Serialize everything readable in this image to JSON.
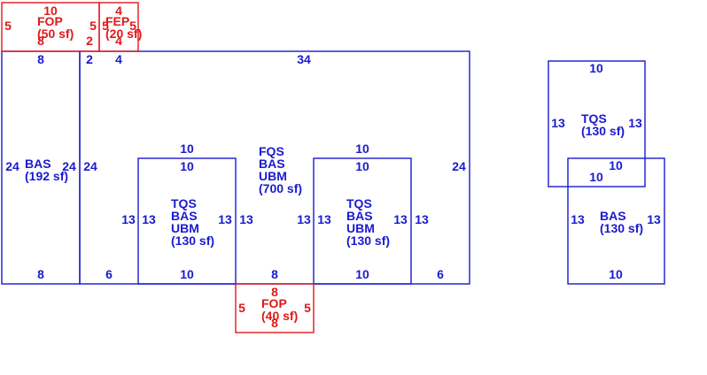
{
  "colors": {
    "main": "#1a1ad0",
    "porch": "#e01818"
  },
  "areas": {
    "bas_left": {
      "code": "BAS",
      "size": "(192 sf)"
    },
    "main": {
      "codes": [
        "FQS",
        "BAS",
        "UBM"
      ],
      "size": "(700 sf)"
    },
    "tqs_a": {
      "codes": [
        "TQS",
        "BAS",
        "UBM"
      ],
      "size": "(130 sf)"
    },
    "tqs_b": {
      "codes": [
        "TQS",
        "BAS",
        "UBM"
      ],
      "size": "(130 sf)"
    },
    "tqs_right": {
      "code": "TQS",
      "size": "(130 sf)"
    },
    "bas_right": {
      "code": "BAS",
      "size": "(130 sf)"
    },
    "fop_top": {
      "code": "FOP",
      "size": "(50 sf)"
    },
    "fep_top": {
      "code": "FEP",
      "size": "(20 sf)"
    },
    "fop_bottom": {
      "code": "FOP",
      "size": "(40 sf)"
    }
  },
  "dims": {
    "bas_left": {
      "top": "8",
      "left": "24",
      "right": "24",
      "bottom": "8"
    },
    "main": {
      "top_left": "2",
      "top_mid_left": "4",
      "top": "34",
      "left": "24",
      "right": "24",
      "bottom_a": "6",
      "bottom_b": "8",
      "bottom_c": "6"
    },
    "tqs_a": {
      "top_outer": "10",
      "top_inner": "10",
      "left_outer": "13",
      "left_inner": "13",
      "right_inner": "13",
      "right_outer": "13",
      "bottom": "10"
    },
    "tqs_b": {
      "top_outer": "10",
      "top_inner": "10",
      "left_outer": "13",
      "left_inner": "13",
      "right_inner": "13",
      "right_outer": "13",
      "bottom": "10"
    },
    "tqs_right": {
      "top": "10",
      "left": "13",
      "right": "13",
      "bottom": "10"
    },
    "bas_right": {
      "top": "10",
      "left": "13",
      "right": "13",
      "bottom": "10"
    },
    "fop_top": {
      "top": "10",
      "left": "5",
      "right": "5",
      "bottom": "8",
      "bottom_right": "2"
    },
    "fep_top": {
      "top": "4",
      "left": "5",
      "right": "5",
      "bottom": "4"
    },
    "fop_bottom": {
      "top": "8",
      "left": "5",
      "right": "5",
      "bottom": "8"
    }
  }
}
